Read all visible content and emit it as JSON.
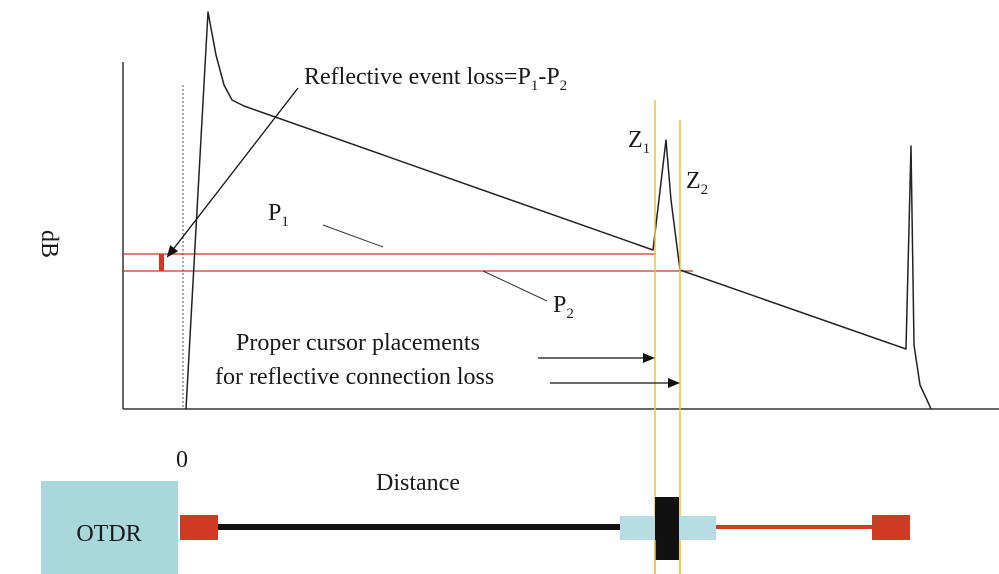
{
  "labels": {
    "reflective_event_loss_prefix": "Reflective event loss=P",
    "reflective_event_loss_sub1": "1",
    "reflective_event_loss_dash": "-P",
    "reflective_event_loss_sub2": "2",
    "p1": "P",
    "p1_sub": "1",
    "p2": "P",
    "p2_sub": "2",
    "z1": "Z",
    "z1_sub": "1",
    "z2": "Z",
    "z2_sub": "2",
    "cursor_line1": "Proper cursor placements",
    "cursor_line2": "for reflective connection loss",
    "y_axis": "dB",
    "x_axis": "Distance",
    "origin": "0",
    "otdr": "OTDR"
  },
  "colors": {
    "trace": "#222222",
    "reference_lines": "#c0392b",
    "cursors": "#f2c12e",
    "otdr_box": "#a8d8dc",
    "connector_red": "#d13a22",
    "fiber_black": "#111111",
    "fiber_red": "#d13a22",
    "sleeve": "#b6dde4"
  }
}
